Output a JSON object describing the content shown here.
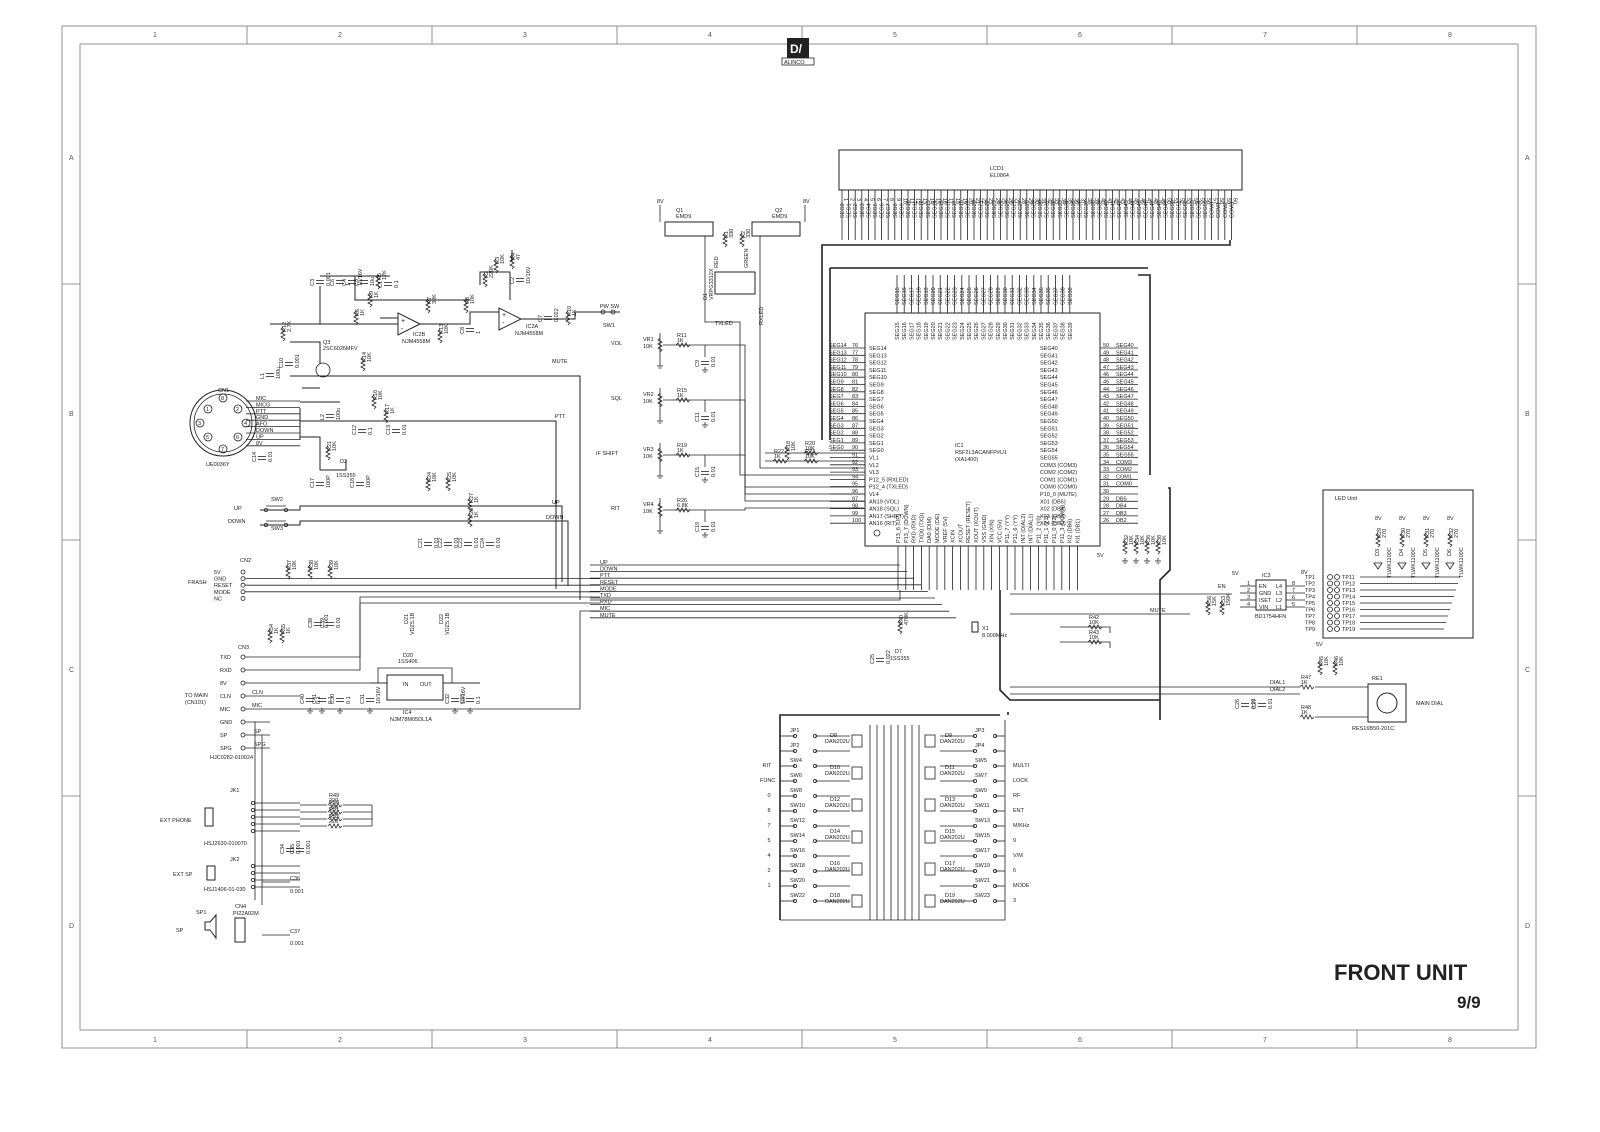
{
  "grid": {
    "cols": [
      "1",
      "2",
      "3",
      "4",
      "5",
      "6",
      "7",
      "8"
    ],
    "rows": [
      "A",
      "B",
      "C",
      "D"
    ]
  },
  "logo_text": "ALINCO",
  "title": {
    "main": "FRONT   UNIT",
    "sheet": "9/9"
  },
  "lcd": {
    "ref": "LCD1",
    "part": "EL0064"
  },
  "ic1": {
    "ref": "IC1",
    "part": "R5F2L3ACANFP#U1",
    "sub": "(XA1400)",
    "left_pins": [
      [
        "SEG14",
        "76"
      ],
      [
        "SEG13",
        "77"
      ],
      [
        "SEG12",
        "78"
      ],
      [
        "SEG11",
        "79"
      ],
      [
        "SEG10",
        "80"
      ],
      [
        "SEG9",
        "81"
      ],
      [
        "SEG8",
        "82"
      ],
      [
        "SEG7",
        "83"
      ],
      [
        "SEG6",
        "84"
      ],
      [
        "SEG5",
        "85"
      ],
      [
        "SEG4",
        "86"
      ],
      [
        "SEG3",
        "87"
      ],
      [
        "SEG2",
        "88"
      ],
      [
        "SEG1",
        "89"
      ],
      [
        "SEG0",
        "90"
      ],
      [
        "VL1",
        "91"
      ],
      [
        "VL2",
        "92"
      ],
      [
        "VL3",
        "93"
      ],
      [
        "P12_5 (RXLED)",
        "94"
      ],
      [
        "P12_4 (TXLED)",
        "95"
      ],
      [
        "VL4",
        "96"
      ],
      [
        "AN19 (VOL)",
        "97"
      ],
      [
        "AN18 (SQL)",
        "98"
      ],
      [
        "AN17 (SHIFT)",
        "99"
      ],
      [
        "AN16 (RIT)",
        "100"
      ]
    ],
    "right_pins": [
      [
        "SEG40",
        "50"
      ],
      [
        "SEG41",
        "49"
      ],
      [
        "SEG42",
        "48"
      ],
      [
        "SEG43",
        "47"
      ],
      [
        "SEG44",
        "46"
      ],
      [
        "SEG45",
        "45"
      ],
      [
        "SEG46",
        "44"
      ],
      [
        "SEG47",
        "43"
      ],
      [
        "SEG48",
        "42"
      ],
      [
        "SEG49",
        "41"
      ],
      [
        "SEG50",
        "40"
      ],
      [
        "SEG51",
        "39"
      ],
      [
        "SEG52",
        "38"
      ],
      [
        "SEG53",
        "37"
      ],
      [
        "SEG54",
        "36"
      ],
      [
        "SEG55",
        "35"
      ],
      [
        "COM3 (COM3)",
        "34"
      ],
      [
        "COM2 (COM2)",
        "33"
      ],
      [
        "COM1 (COM1)",
        "32"
      ],
      [
        "COM0 (COM0)",
        "31"
      ],
      [
        "P10_0 (MUTE)",
        "30"
      ],
      [
        "X01 (DB5)",
        "29"
      ],
      [
        "X02 (DB4)",
        "28"
      ],
      [
        "X03 (DB3)",
        "27"
      ],
      [
        "X04 (DB2)",
        "26"
      ]
    ],
    "right_nets": [
      "SEG40",
      "SEG41",
      "SEG42",
      "SEG43",
      "SEG44",
      "SEG45",
      "SEG46",
      "SEG47",
      "SEG48",
      "SEG49",
      "SEG50",
      "SEG51",
      "SEG52",
      "SEG53",
      "SEG54",
      "SEG55",
      "COM3",
      "COM2",
      "COM1",
      "COM0",
      "",
      "DB5",
      "DB4",
      "DB3",
      "DB2"
    ],
    "top_pins": [
      "SEG15",
      "SEG16",
      "SEG17",
      "SEG18",
      "SEG19",
      "SEG20",
      "SEG21",
      "SEG22",
      "SEG23",
      "SEG24",
      "SEG25",
      "SEG26",
      "SEG27",
      "SEG28",
      "SEG29",
      "SEG30",
      "SEG31",
      "SEG32",
      "SEG33",
      "SEG34",
      "SEG35",
      "SEG36",
      "SEG37",
      "SEG38",
      "SEG39"
    ],
    "bottom_pins": [
      "P13_6 (UP)",
      "P13_7 (DOWN)",
      "RXD (RXD)",
      "TXD0 (TXD)",
      "DA0 (DIM)",
      "MODE (DE)",
      "VREF (5V)",
      "XCIN",
      "XCOUT",
      "RESET (RESET)",
      "XOUT (XOUT)",
      "VSS (GND)",
      "XIN (XIN)",
      "VCC (5V)",
      "P11_7 (YY)",
      "P11_6 (YY)",
      "INT (DIAL2)",
      "INT (DIAL1)",
      "P11_2 (Y0)",
      "P11_1 (Y1)",
      "P11_0 (Y2)",
      "P11_3 (DOWN)",
      "KI2 (DB6)",
      "KI1 (DB1)"
    ]
  },
  "lcd_pins": {
    "segs": [
      "SEG0",
      "SEG1",
      "SEG2",
      "SEG3",
      "SEG4",
      "SEG5",
      "SEG6",
      "SEG7",
      "SEG8",
      "SEG9",
      "SEG10",
      "SEG11",
      "SEG12",
      "SEG13",
      "SEG14",
      "SEG15",
      "SEG16",
      "SEG17",
      "SEG18",
      "SEG19",
      "SEG20",
      "SEG21",
      "SEG22",
      "SEG23",
      "SEG24",
      "SEG25",
      "SEG26",
      "SEG27",
      "SEG28",
      "SEG29",
      "SEG30",
      "SEG31",
      "SEG32",
      "SEG33",
      "SEG34",
      "SEG35",
      "SEG36",
      "SEG37",
      "SEG38",
      "SEG39",
      "SEG40",
      "SEG41",
      "SEG42",
      "SEG43",
      "SEG44",
      "SEG45",
      "SEG46",
      "SEG47",
      "SEG48",
      "SEG49",
      "SEG50",
      "SEG51",
      "SEG52",
      "SEG53",
      "SEG54",
      "SEG55",
      "COM0",
      "COM1",
      "COM2",
      "COM3"
    ]
  },
  "cn1": {
    "ref": "CN1",
    "part": "UE0036Y",
    "pins": [
      "MIC",
      "MICG",
      "PTT",
      "GND",
      "AFO",
      "DOWN",
      "UP",
      "8V"
    ]
  },
  "cn2": {
    "ref": "CN2",
    "label": "FRASH",
    "pins": [
      "5V",
      "GND",
      "RESET",
      "MODE",
      "NC"
    ]
  },
  "cn3": {
    "ref": "CN3",
    "label1": "TO MAIN",
    "label2": "(CN101)",
    "part": "HJC0282-010024",
    "pins": [
      "TXD",
      "RXD",
      "8V",
      "CLN",
      "MIC",
      "GND",
      "SP",
      "SPG"
    ]
  },
  "jk1": {
    "ref": "JK1",
    "label": "EXT PHONE",
    "part": "HSJ2630-010070"
  },
  "jk2": {
    "ref": "JK2",
    "label": "EXT SP",
    "part": "HSJ1406-01-030"
  },
  "sp1": {
    "ref": "SP1",
    "label": "SP"
  },
  "cn4": {
    "ref": "CN4",
    "part": "PI22A02M"
  },
  "audio": {
    "q3": [
      "Q3",
      "2SC6026MFV"
    ],
    "ic2b": [
      "IC2B",
      "NJM4558M"
    ],
    "ic2a": [
      "IC2A",
      "NJM4558M"
    ],
    "sw1": [
      "PW  SW",
      "SW1"
    ],
    "sw2": "SW2",
    "sw3": "SW3",
    "up": "UP",
    "down": "DOWN",
    "d2": [
      "D2",
      "1SS355"
    ],
    "parts": [
      [
        "C3",
        "0.001"
      ],
      [
        "C6",
        "1"
      ],
      [
        "C4",
        "10/16V"
      ],
      [
        "C5",
        "10u"
      ],
      [
        "R5",
        "12K"
      ],
      [
        "R6",
        "1K"
      ],
      [
        "R9",
        "1K"
      ],
      [
        "R7",
        "39K"
      ],
      [
        "C1",
        "0.1"
      ],
      [
        "R8",
        "10K"
      ],
      [
        "R3",
        "10K"
      ],
      [
        "R4",
        "47"
      ],
      [
        "R2",
        "220K"
      ],
      [
        "C8",
        "1"
      ],
      [
        "R13",
        "10K"
      ],
      [
        "C7",
        "0.022"
      ],
      [
        "R10",
        "1K"
      ],
      [
        "C2",
        "10/16V"
      ],
      [
        "R12",
        "2.7K"
      ],
      [
        "C10",
        "0.001"
      ],
      [
        "R14",
        "10K"
      ],
      [
        "L1",
        "100u"
      ],
      [
        "L2",
        "100u"
      ],
      [
        "R16",
        "10K"
      ],
      [
        "R17",
        "1K"
      ],
      [
        "C12",
        "0.1"
      ],
      [
        "C13",
        "0.01"
      ],
      [
        "R21",
        "10K"
      ],
      [
        "C14",
        "0.01"
      ],
      [
        "C17",
        "100P"
      ],
      [
        "C18",
        "100P"
      ],
      [
        "R24",
        "10K"
      ],
      [
        "R25",
        "10K"
      ],
      [
        "R27",
        "1K"
      ],
      [
        "R28",
        "1K"
      ],
      [
        "C21",
        "0.01"
      ],
      [
        "C22",
        "0.01"
      ],
      [
        "C23",
        "0.01"
      ],
      [
        "C24",
        "0.01"
      ]
    ],
    "nets": [
      "MUTE",
      "PTT",
      "UP",
      "DOWN"
    ]
  },
  "vrs": [
    {
      "name": "VOL",
      "vr": "VR1",
      "val": "10K",
      "r": "R11",
      "rv": "1K",
      "c": "C9",
      "cv": "0.01"
    },
    {
      "name": "SQL",
      "vr": "VR2",
      "val": "10K",
      "r": "R15",
      "rv": "1K",
      "c": "C11",
      "cv": "0.01"
    },
    {
      "name": "IF SHIFT",
      "vr": "VR3",
      "val": "10K",
      "r": "R19",
      "rv": "1K",
      "c": "C15",
      "cv": "0.01"
    },
    {
      "name": "RIT",
      "vr": "VR4",
      "val": "10K",
      "r": "R26",
      "rv": "6.8K",
      "c": "C19",
      "cv": "0.01"
    }
  ],
  "led_q": {
    "q1": [
      "Q1",
      "EMD9"
    ],
    "q2": [
      "Q2",
      "EMD9"
    ],
    "d1": [
      "D1",
      "VRPG3312X"
    ],
    "r1": [
      "R1",
      "330"
    ],
    "r2": [
      "R2",
      "330"
    ],
    "red": "RED",
    "green": "GREEN",
    "txled": "TXLED",
    "rxled": "RXLED",
    "v8": "8V"
  },
  "mid": {
    "r18": [
      "R18",
      "10K"
    ],
    "r20": [
      "R20",
      "10K"
    ],
    "r22": [
      "R22",
      "1K"
    ],
    "r23": [
      "R23",
      "10K"
    ],
    "r40": [
      "R40",
      "470K"
    ],
    "d7": [
      "D7",
      "1SS355"
    ],
    "c25": [
      "C25",
      "0.022"
    ],
    "x1": [
      "X1",
      "8.000MHz"
    ],
    "r42": [
      "R42",
      "10K"
    ],
    "r43": [
      "R43",
      "10K"
    ],
    "r32": [
      "R32",
      "10K"
    ],
    "r34": [
      "R34",
      "10K"
    ],
    "r36": [
      "R36",
      "10K"
    ],
    "r38": [
      "R38",
      "10K"
    ],
    "bus_left": [
      "UP",
      "DOWN",
      "PTT",
      "RESET",
      "MODE",
      "TXD",
      "RXD",
      "MIC",
      "MUTE"
    ],
    "mute": "MUTE",
    "v5": "5V",
    "en": "EN",
    "dial1": "DIAL1",
    "dial2": "DIAL2"
  },
  "reg": {
    "ic4": [
      "IC4",
      "NJM78M05DL1A"
    ],
    "d20": [
      "D20",
      "1SS406"
    ],
    "in": "IN",
    "out": "OUT",
    "d21": [
      "D21",
      "VDZ5.1B"
    ],
    "d22": [
      "D22",
      "VDZ5.1B"
    ],
    "caps": [
      [
        "C40",
        "0.1"
      ],
      [
        "C41",
        "0.1"
      ],
      [
        "C30",
        "0.1"
      ],
      [
        "C31",
        "10/16V"
      ],
      [
        "C32",
        "10/16V"
      ],
      [
        "C33",
        "0.1"
      ]
    ]
  },
  "sp_parts": [
    [
      "R49",
      "220"
    ],
    [
      "R50",
      "220"
    ],
    [
      "R51",
      "220"
    ],
    [
      "R52",
      "220"
    ],
    [
      "C34",
      "0.001"
    ],
    [
      "C35",
      "0.001"
    ],
    [
      "C36",
      "0.001"
    ],
    [
      "C37",
      "0.001"
    ]
  ],
  "cn_parts": [
    [
      "R37",
      "10K"
    ],
    [
      "R38",
      "10K"
    ],
    [
      "R39",
      "10K"
    ],
    [
      "R54",
      "1K"
    ],
    [
      "R55",
      "1K"
    ],
    [
      "C38",
      "0.001"
    ],
    [
      "C39",
      "0.01"
    ]
  ],
  "ic3": {
    "ref": "IC3",
    "part": "BD1754HFN",
    "left": [
      "EN",
      "GND",
      "ISET",
      "VIN"
    ],
    "right": [
      "L4",
      "L3",
      "L2",
      "L1"
    ],
    "r56": [
      "R56",
      "15K"
    ],
    "r53": [
      "R53",
      "150K"
    ]
  },
  "led_unit": {
    "title": "LED Unit",
    "tps": [
      "TP1",
      "TP2",
      "TP3",
      "TP4",
      "TP5",
      "TP6",
      "TP7",
      "TP8",
      "TP9"
    ],
    "tps2": [
      "TP11",
      "TP12",
      "TP13",
      "TP14",
      "TP15",
      "TP16",
      "TP17",
      "TP18",
      "TP19"
    ],
    "leds": [
      [
        "D3",
        "TLWK1100C"
      ],
      [
        "D4",
        "TLWK1100C"
      ],
      [
        "D5",
        "TLWK1100C"
      ],
      [
        "D6",
        "TLWK1100C"
      ]
    ],
    "rs": [
      [
        "R29",
        "270"
      ],
      [
        "R30",
        "270"
      ],
      [
        "R31",
        "270"
      ],
      [
        "R32",
        "270"
      ]
    ]
  },
  "dial": {
    "ref": "RE1",
    "label": "MAIN DIAL",
    "part": "RES16B50-201C",
    "r45": [
      "R45",
      "10K"
    ],
    "r46": [
      "R46",
      "10K"
    ],
    "r47": [
      "R47",
      "1K"
    ],
    "r48": [
      "R48",
      "1K"
    ],
    "c": [
      [
        "C26",
        "0.01"
      ],
      [
        "C27",
        "0.01"
      ]
    ]
  },
  "keys": {
    "left": [
      [
        "JP1",
        ""
      ],
      [
        "JP2",
        ""
      ],
      [
        "SW4",
        "RIT"
      ],
      [
        "SW6",
        "FUNC"
      ],
      [
        "SW8",
        "0"
      ],
      [
        "SW10",
        "8"
      ],
      [
        "SW12",
        "7"
      ],
      [
        "SW14",
        "5"
      ],
      [
        "SW16",
        "4"
      ],
      [
        "SW18",
        "2"
      ],
      [
        "SW20",
        "1"
      ],
      [
        "SW22",
        ""
      ]
    ],
    "right": [
      [
        "JP3",
        ""
      ],
      [
        "JP4",
        ""
      ],
      [
        "SW5",
        "MULTI"
      ],
      [
        "SW7",
        "LOCK"
      ],
      [
        "SW9",
        "RF"
      ],
      [
        "SW11",
        "ENT"
      ],
      [
        "SW13",
        "M/KHz"
      ],
      [
        "SW15",
        "9"
      ],
      [
        "SW17",
        "V/M"
      ],
      [
        "SW19",
        "6"
      ],
      [
        "SW21",
        "MODE"
      ],
      [
        "SW23",
        "3"
      ]
    ],
    "diodes_l": [
      "D8",
      "D10",
      "D12",
      "D14",
      "D16",
      "D18"
    ],
    "diodes_r": [
      "D9",
      "D11",
      "D13",
      "D15",
      "D17",
      "D19"
    ],
    "diode_part": "DAN202U"
  }
}
